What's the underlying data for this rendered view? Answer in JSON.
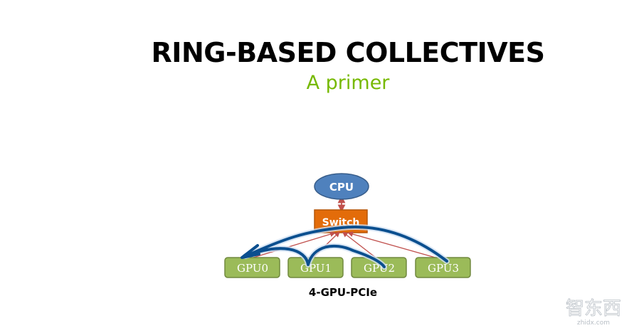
{
  "slide": {
    "title": "RING-BASED COLLECTIVES",
    "subtitle": "A primer"
  },
  "diagram": {
    "cpu_label": "CPU",
    "switch_label": "Switch",
    "gpus": [
      {
        "label": "GPU0"
      },
      {
        "label": "GPU1"
      },
      {
        "label": "GPU2"
      },
      {
        "label": "GPU3"
      }
    ],
    "caption": "4-GPU-PCIe"
  },
  "colors": {
    "accent_green": "#76b900",
    "cpu_fill": "#4f81bd",
    "switch_fill": "#e36c0a",
    "gpu_fill": "#9bbb59",
    "ring_stroke": "#0b4f8f",
    "link_arrow": "#c0504d"
  },
  "watermark": {
    "text": "智东西",
    "subtext": "zhidx.com"
  }
}
